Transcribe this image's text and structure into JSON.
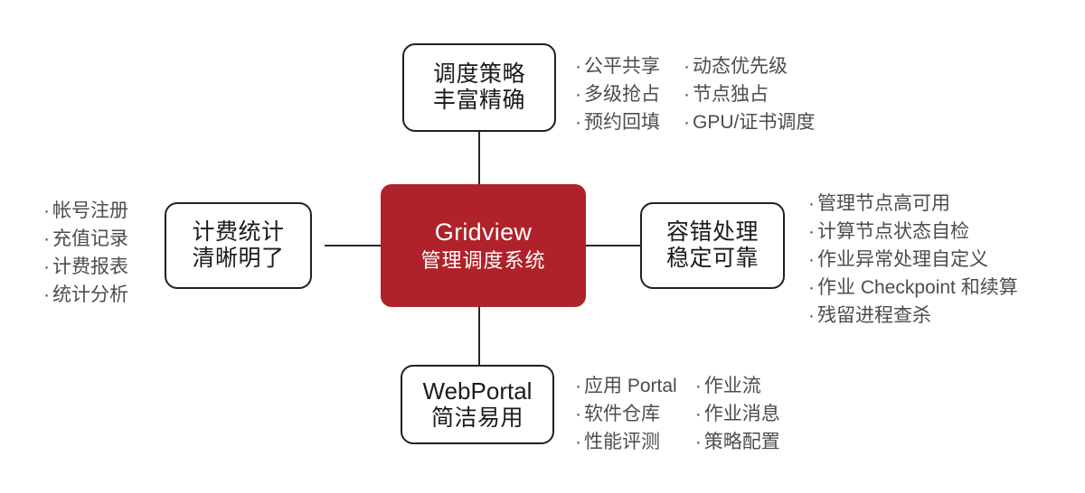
{
  "diagram": {
    "title_node": {
      "id": "gridview",
      "line1": "Gridview",
      "line2": "管理调度系统",
      "accent_color": "#b02229",
      "text_color": "#ffffff"
    },
    "nodes": [
      {
        "id": "scheduling",
        "position": "top",
        "line1": "调度策略",
        "line2": "丰富精确"
      },
      {
        "id": "billing",
        "position": "left",
        "line1": "计费统计",
        "line2": "清晰明了"
      },
      {
        "id": "fault-tolerance",
        "position": "right",
        "line1": "容错处理",
        "line2": "稳定可靠"
      },
      {
        "id": "webportal",
        "position": "bottom",
        "line1": "WebPortal",
        "line2": "简洁易用"
      }
    ],
    "feature_lists": {
      "scheduling": {
        "columns": [
          [
            "公平共享",
            "多级抢占",
            "预约回填"
          ],
          [
            "动态优先级",
            "节点独占",
            "GPU/证书调度"
          ]
        ]
      },
      "billing": {
        "columns": [
          [
            "帐号注册",
            "充值记录",
            "计费报表",
            "统计分析"
          ]
        ]
      },
      "fault_tolerance": {
        "columns": [
          [
            "管理节点高可用",
            "计算节点状态自检",
            "作业异常处理自定义",
            "作业 Checkpoint 和续算",
            "残留进程查杀"
          ]
        ]
      },
      "webportal": {
        "columns": [
          [
            "应用 Portal",
            "软件仓库",
            "性能评测"
          ],
          [
            "作业流",
            "作业消息",
            "策略配置"
          ]
        ]
      }
    },
    "colors": {
      "background": "#ffffff",
      "node_border": "#231f20",
      "node_text": "#1b1b1b",
      "bullet_text": "#4d4d4d",
      "connector": "#2b2526",
      "accent_red": "#b02229"
    },
    "bullet_marker": "·"
  }
}
